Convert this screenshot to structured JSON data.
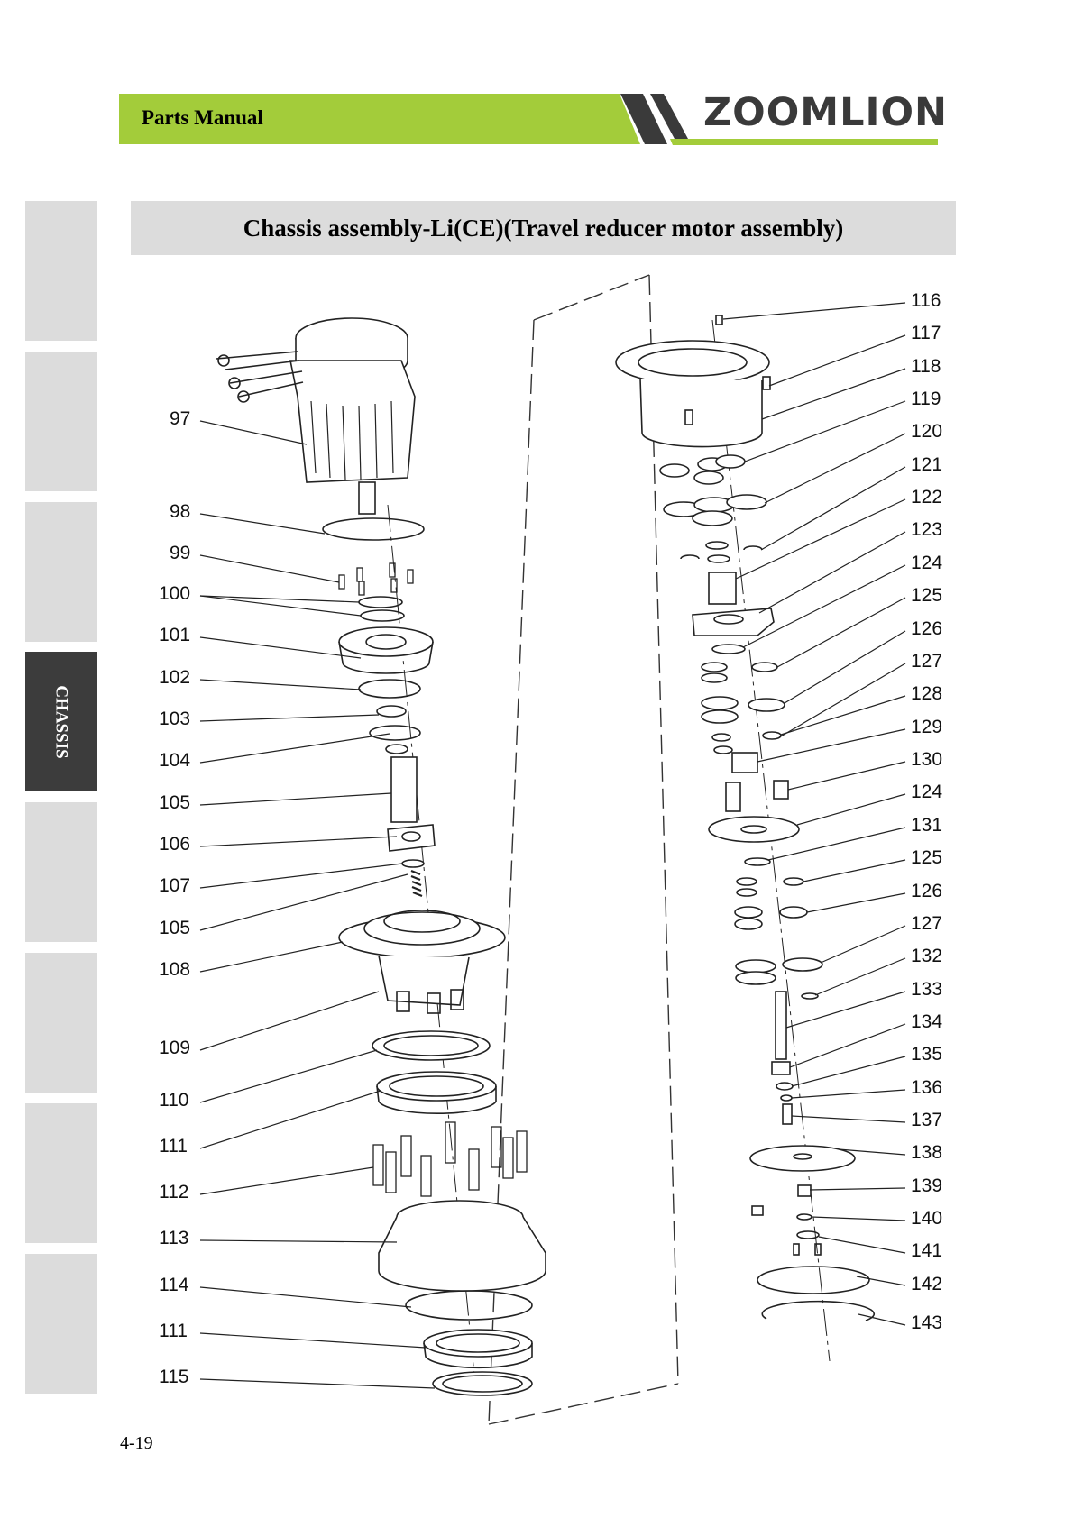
{
  "header": {
    "title": "Parts Manual",
    "logo": "ZOOMLION",
    "brand_green": "#a3cc3a"
  },
  "sidebar": {
    "active_label": "CHASSIS",
    "tab_count": 8,
    "active_index": 3
  },
  "diagram": {
    "title": "Chassis assembly-Li(CE)(Travel reducer motor assembly)",
    "left_callouts": [
      "97",
      "98",
      "99",
      "100",
      "101",
      "102",
      "103",
      "104",
      "105",
      "106",
      "107",
      "105",
      "108",
      "109",
      "110",
      "111",
      "112",
      "113",
      "114",
      "111",
      "115"
    ],
    "right_callouts": [
      "116",
      "117",
      "118",
      "119",
      "120",
      "121",
      "122",
      "123",
      "124",
      "125",
      "126",
      "127",
      "128",
      "129",
      "130",
      "124",
      "131",
      "125",
      "126",
      "127",
      "132",
      "133",
      "134",
      "135",
      "136",
      "137",
      "138",
      "139",
      "140",
      "141",
      "142",
      "143"
    ]
  },
  "footer": {
    "page_number": "4-19"
  }
}
